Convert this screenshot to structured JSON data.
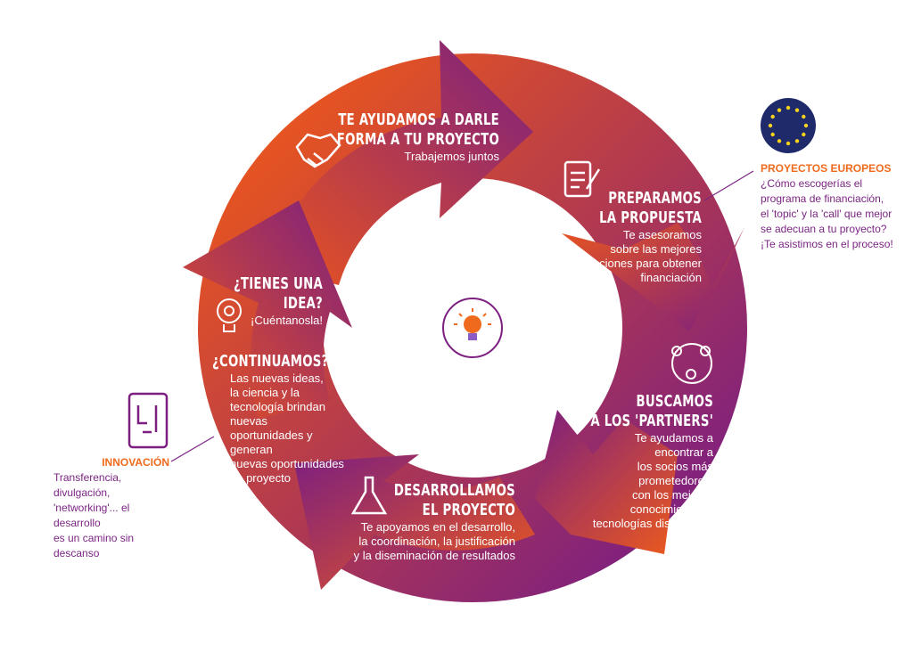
{
  "steps": [
    {
      "title1": "TE AYUDAMOS A DARLE",
      "title2": "FORMA A TU PROYECTO",
      "text": [
        "Trabajemos juntos"
      ],
      "icon": "handshake-icon"
    },
    {
      "title1": "PREPARAMOS",
      "title2": "LA PROPUESTA",
      "text": [
        "Te asesoramos",
        "sobre las mejores",
        "opciones para obtener",
        "financiación"
      ],
      "icon": "document-pen-icon"
    },
    {
      "title1": "BUSCAMOS",
      "title2": "A LOS 'PARTNERS'",
      "text": [
        "Te ayudamos a",
        "encontrar a",
        "los socios más",
        "prometedores,",
        "con los mejores",
        "conocimientos y",
        "tecnologías disponibles"
      ],
      "icon": "people-network-icon"
    },
    {
      "title1": "DESARROLLAMOS",
      "title2": "EL PROYECTO",
      "text": [
        "Te apoyamos en el desarrollo,",
        "la coordinación, la justificación",
        "y la diseminación de resultados"
      ],
      "icon": "flask-icon"
    },
    {
      "title1": "¿TIENES UNA",
      "title2": "IDEA?",
      "text": [
        "¡Cuéntanosla!"
      ],
      "icon": "lightbulb-gear-icon"
    },
    {
      "title1": "¿CONTINUAMOS?",
      "text": [
        "Las nuevas ideas,",
        "la ciencia y la",
        "tecnología brindan nuevas",
        "oportunidades y generan",
        "nuevas oportunidades",
        "de proyecto"
      ]
    }
  ],
  "europe": {
    "title": "PROYECTOS EUROPEOS",
    "text": [
      "¿Cómo escogerías el",
      "programa de financiación,",
      "el 'topic' y la 'call' que mejor",
      "se adecuan a tu proyecto?",
      "¡Te asistimos en el proceso!"
    ],
    "icon": "eu-flag-icon"
  },
  "innovation": {
    "title": "INNOVACIÓN",
    "text": [
      "Transferencia, divulgación,",
      "'networking'... el desarrollo",
      "es un camino sin descanso"
    ],
    "icon": "circuit-tablet-icon"
  },
  "colors": {
    "orange": "#ec5a1c",
    "purple": "#7c1f80",
    "eu_blue": "#1f2a6b",
    "eu_star": "#f6d21a"
  }
}
